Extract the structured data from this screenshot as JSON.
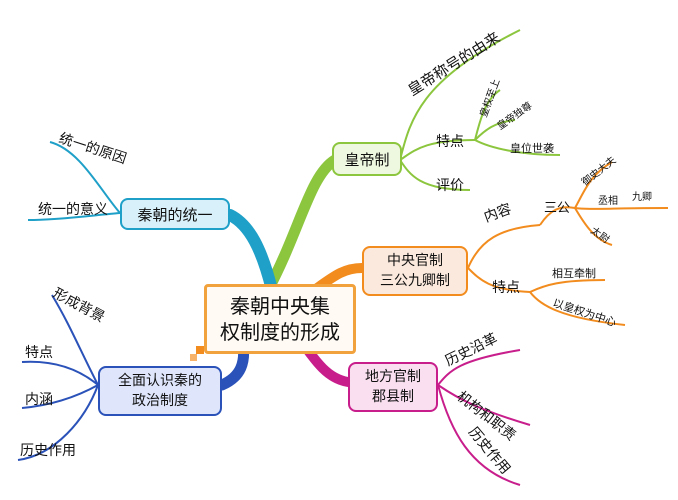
{
  "center": {
    "line1": "秦朝中央集",
    "line2": "权制度的形成"
  },
  "branches": {
    "unification": {
      "label": "秦朝的统一",
      "color": "#1fa0c8",
      "leaves": [
        "统一的原因",
        "统一的意义"
      ]
    },
    "understand": {
      "label_line1": "全面认识秦的",
      "label_line2": "政治制度",
      "color": "#2a52b8",
      "leaves": [
        "形成背景",
        "特点",
        "内涵",
        "历史作用"
      ]
    },
    "emperor": {
      "label": "皇帝制",
      "color": "#8cc63e",
      "origin": "皇帝称号的由来",
      "traits": "特点",
      "trait_items": [
        "皇权至上",
        "皇帝独尊",
        "皇位世袭"
      ],
      "evaluation": "评价"
    },
    "central": {
      "label_line1": "中央官制",
      "label_line2": "三公九卿制",
      "color": "#f28c1e",
      "content": "内容",
      "sangong": "三公",
      "sangong_items": [
        "御史大夫",
        "丞相",
        "太尉"
      ],
      "jiuqing": "九卿",
      "traits": "特点",
      "trait_items": [
        "相互牵制",
        "以皇权为中心"
      ]
    },
    "local": {
      "label_line1": "地方官制",
      "label_line2": "郡县制",
      "color": "#c81e8c",
      "leaves": [
        "历史沿革",
        "机构和职责",
        "历史作用"
      ]
    }
  }
}
